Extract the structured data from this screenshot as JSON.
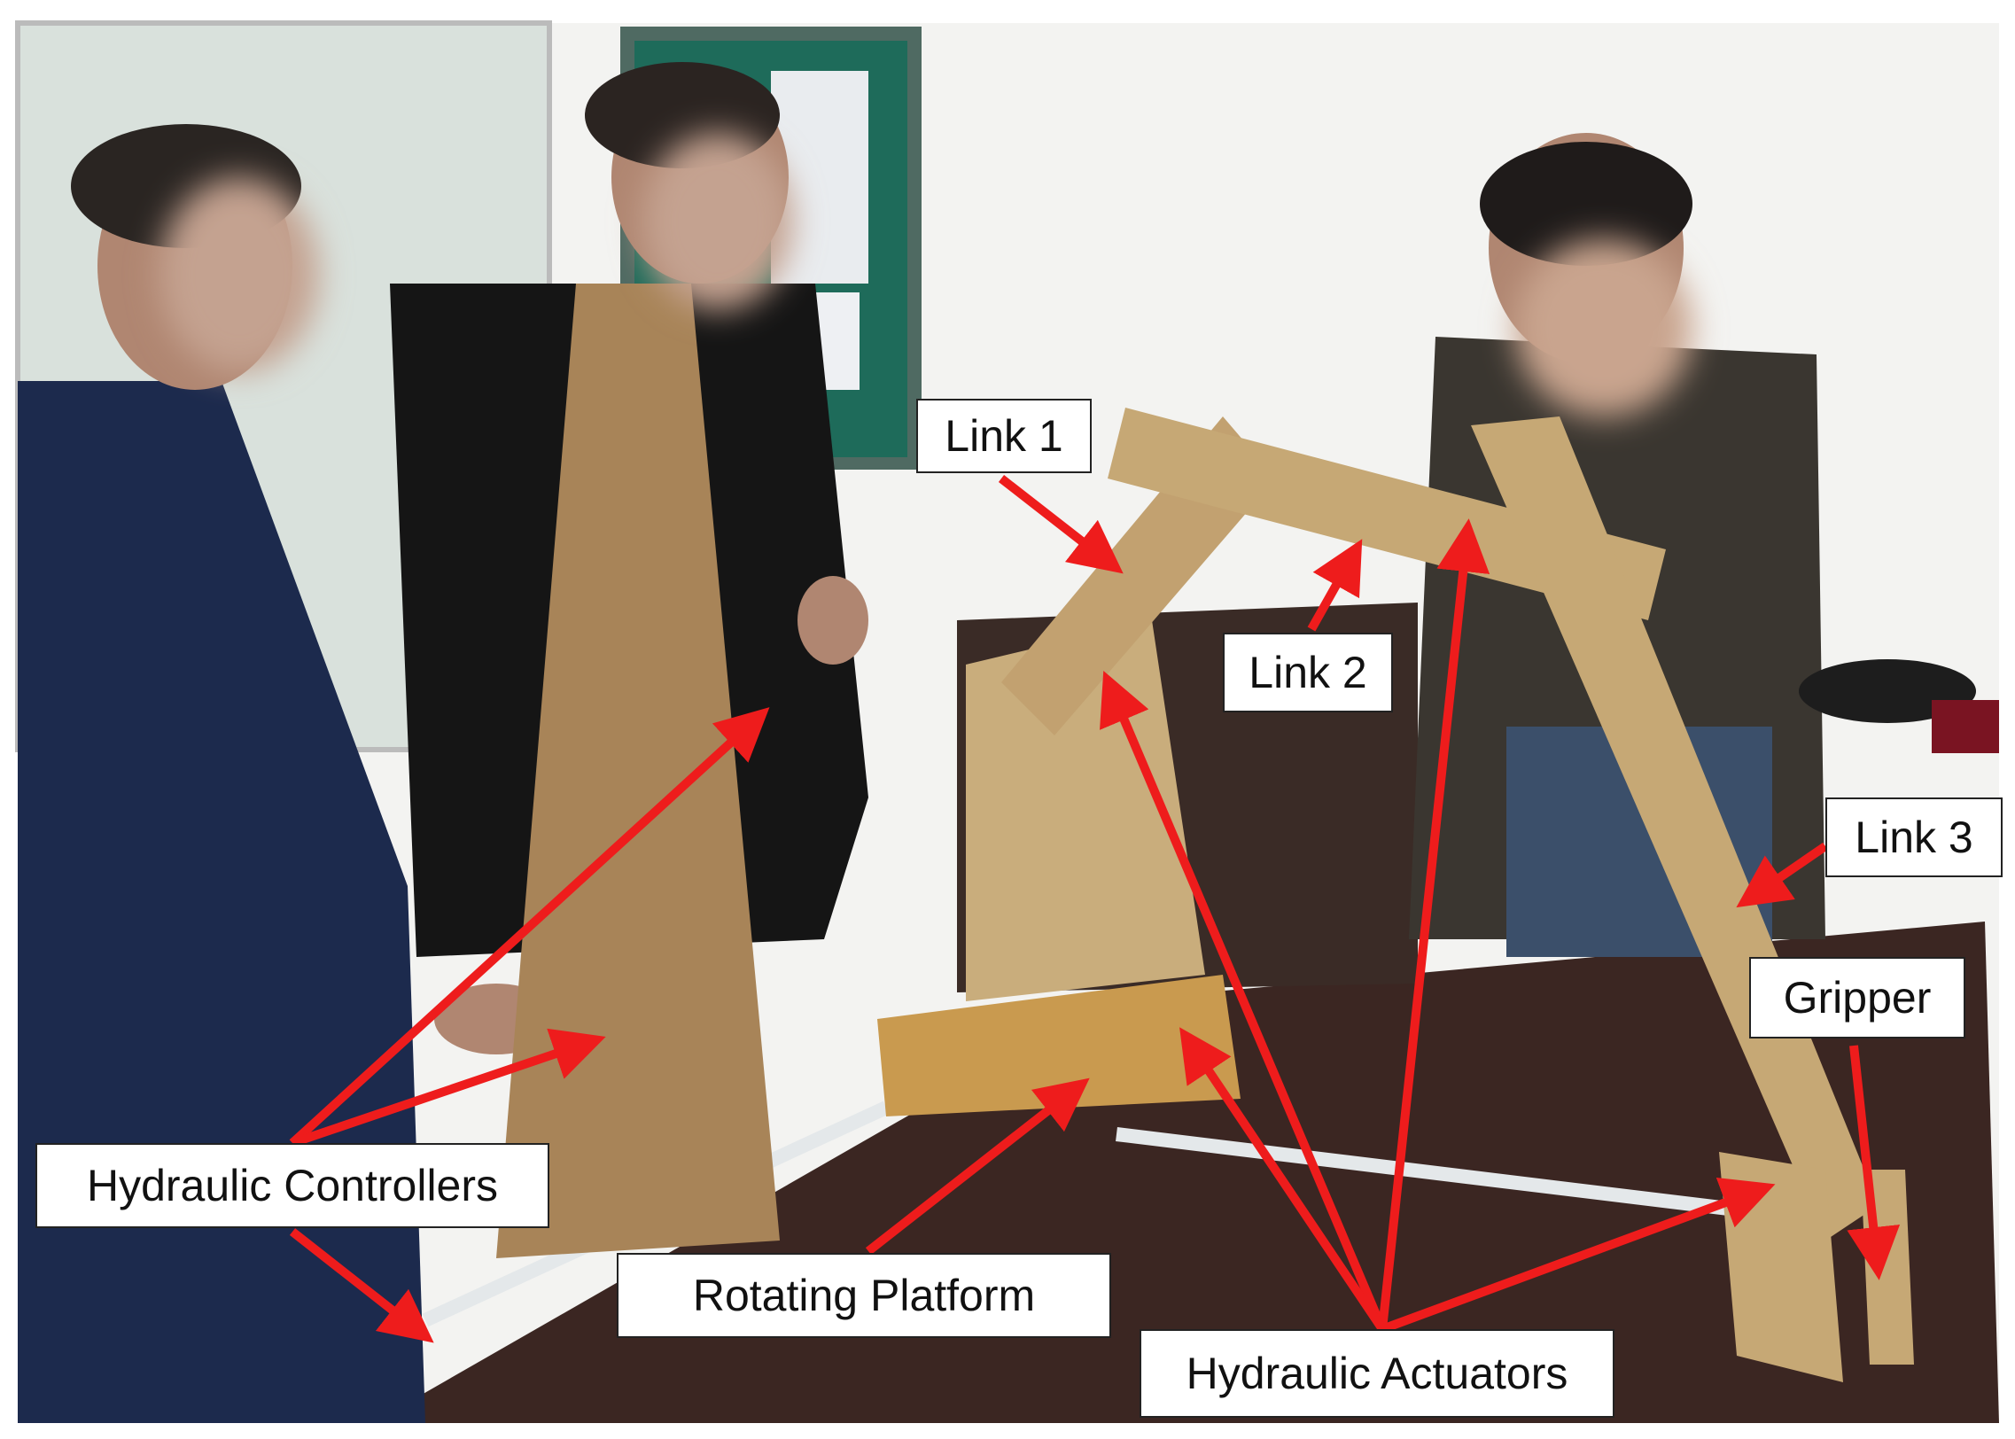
{
  "labels": {
    "link1": "Link 1",
    "link2": "Link 2",
    "link3": "Link 3",
    "gripper": "Gripper",
    "controllers": "Hydraulic Controllers",
    "platform": "Rotating Platform",
    "actuators": "Hydraulic Actuators"
  },
  "colors": {
    "arrow": "#ee1c1c",
    "wood": "#c9ad7c",
    "table": "#3b2622"
  }
}
